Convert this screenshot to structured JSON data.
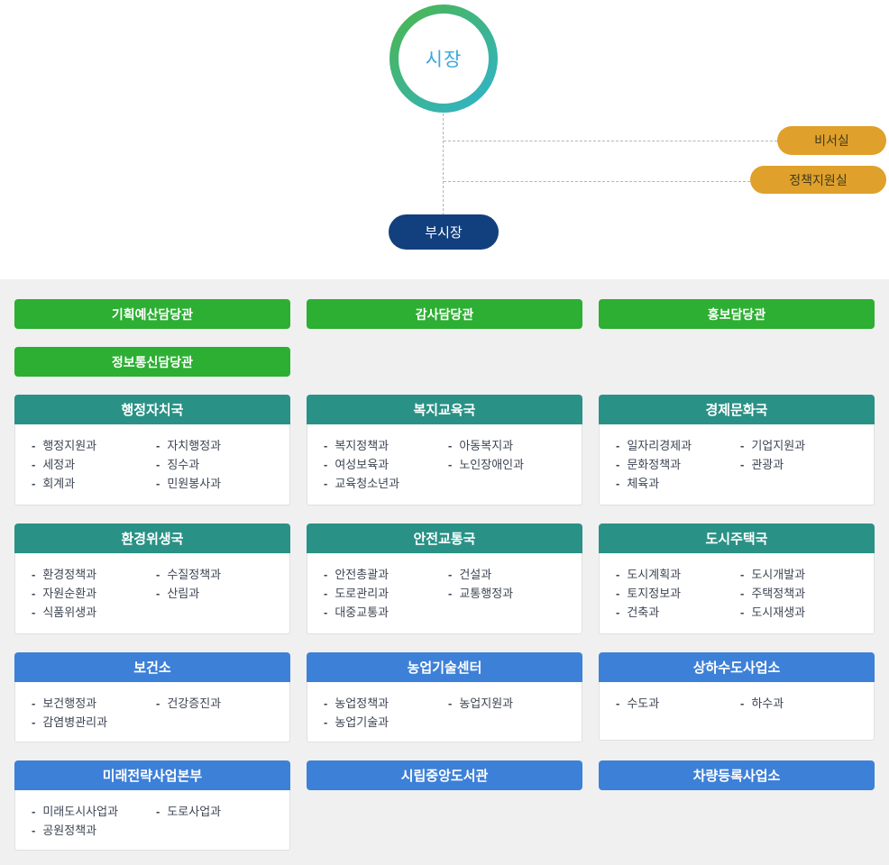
{
  "colors": {
    "green": "#2caf32",
    "teal": "#2a9186",
    "blue": "#3d80d8",
    "orange": "#dfa02c",
    "navy": "#12407e",
    "mayor_text": "#3aa7df",
    "panel_bg": "#f0f0f0",
    "item_text": "#3d4553",
    "line": "#b5b5b5"
  },
  "top": {
    "mayor": "시장",
    "deputy_mayor": "부시장",
    "offices": [
      "비서실",
      "정책지원실"
    ]
  },
  "staff_offices": [
    "기획예산담당관",
    "감사담당관",
    "홍보담당관",
    "정보통신담당관"
  ],
  "bureaus": [
    {
      "name": "행정자치국",
      "departments": [
        "행정지원과",
        "자치행정과",
        "세정과",
        "징수과",
        "회계과",
        "민원봉사과"
      ]
    },
    {
      "name": "복지교육국",
      "departments": [
        "복지정책과",
        "아동복지과",
        "여성보육과",
        "노인장애인과",
        "교육청소년과"
      ]
    },
    {
      "name": "경제문화국",
      "departments": [
        "일자리경제과",
        "기업지원과",
        "문화정책과",
        "관광과",
        "체육과"
      ]
    },
    {
      "name": "환경위생국",
      "departments": [
        "환경정책과",
        "수질정책과",
        "자원순환과",
        "산림과",
        "식품위생과"
      ]
    },
    {
      "name": "안전교통국",
      "departments": [
        "안전총괄과",
        "건설과",
        "도로관리과",
        "교통행정과",
        "대중교통과"
      ]
    },
    {
      "name": "도시주택국",
      "departments": [
        "도시계획과",
        "도시개발과",
        "토지정보과",
        "주택정책과",
        "건축과",
        "도시재생과"
      ]
    }
  ],
  "agencies": [
    {
      "name": "보건소",
      "departments": [
        "보건행정과",
        "건강증진과",
        "감염병관리과"
      ]
    },
    {
      "name": "농업기술센터",
      "departments": [
        "농업정책과",
        "농업지원과",
        "농업기술과"
      ]
    },
    {
      "name": "상하수도사업소",
      "departments": [
        "수도과",
        "하수과"
      ]
    },
    {
      "name": "미래전략사업본부",
      "departments": [
        "미래도시사업과",
        "도로사업과",
        "공원정책과"
      ]
    },
    {
      "name": "시립중앙도서관",
      "departments": []
    },
    {
      "name": "차량등록사업소",
      "departments": []
    }
  ]
}
